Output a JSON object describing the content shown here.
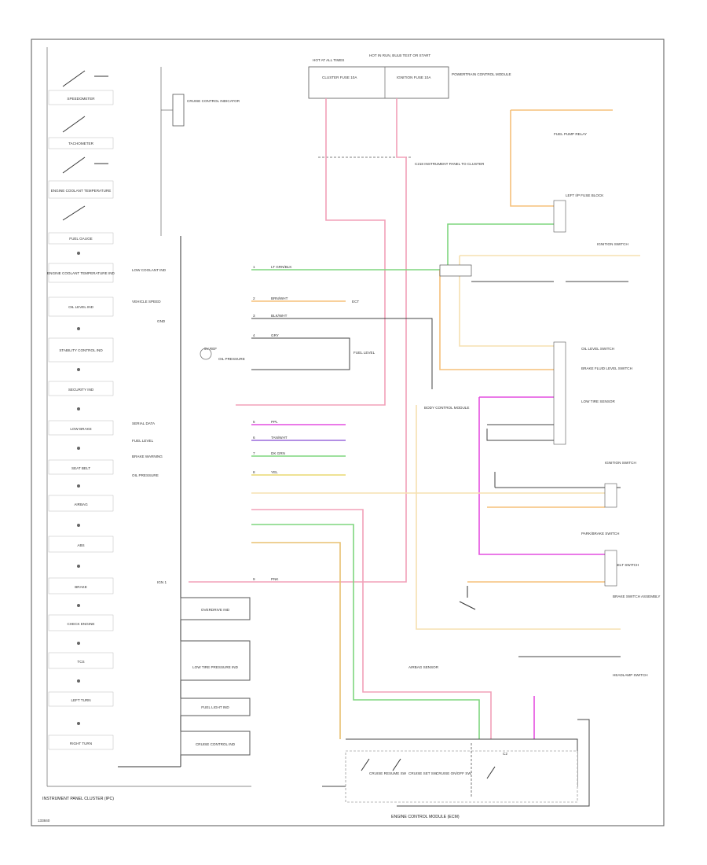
{
  "cluster_title": "INSTRUMENT PANEL CLUSTER (IPC)",
  "footer_code": "133840",
  "cluster_items": [
    "SPEEDOMETER",
    "TACHOMETER",
    "ENGINE COOLANT TEMPERATURE",
    "FUEL GAUGE",
    "ENGINE COOLANT TEMPERATURE IND",
    "OIL LEVEL IND",
    "STABILITY CONTROL IND",
    "SECURITY IND",
    "LOW BRAKE",
    "SEAT BELT",
    "AIRBAG",
    "ABS",
    "BRAKE",
    "CHECK ENGINE",
    "TCS",
    "LEFT TURN",
    "RIGHT TURN"
  ],
  "gauge_label": "CRUISE CONTROL INDICATOR",
  "right_lower_items": [
    "OVERDRIVE IND",
    "LOW TIRE PRESSURE IND",
    "FUEL LIGHT IND",
    "CRUISE CONTROL IND"
  ],
  "top_boxes": {
    "left_label": "HOT AT ALL TIMES",
    "fuse_a": "CLUSTER FUSE 10A",
    "right_label": "HOT IN RUN, BULB TEST OR START",
    "fuse_b": "IGNITION FUSE 10A",
    "relay_label": "POWERTRAIN CONTROL MODULE"
  },
  "splice_label": "C218 INSTRUMENT PANEL TO CLUSTER",
  "bcm_label": "BODY CONTROL MODULE",
  "gauges": [
    "OIL PRESSURE",
    "ECT",
    "FUEL LEVEL"
  ],
  "pin_rows": [
    {
      "pin": "1",
      "color": "LT GRN/BLK",
      "circuit": "LOW COOLANT IND"
    },
    {
      "pin": "2",
      "color": "BRN/WHT",
      "circuit": "VEHICLE SPEED"
    },
    {
      "pin": "3",
      "color": "BLK/WHT",
      "circuit": "GND"
    },
    {
      "pin": "4",
      "color": "GRY",
      "circuit": "5V REF"
    },
    {
      "pin": "5",
      "color": "PPL",
      "circuit": "SERIAL DATA"
    },
    {
      "pin": "6",
      "color": "TAN/WHT",
      "circuit": "FUEL LEVEL"
    },
    {
      "pin": "7",
      "color": "DK GRN",
      "circuit": "BRAKE WARNING"
    },
    {
      "pin": "8",
      "color": "YEL",
      "circuit": "OIL PRESSURE"
    },
    {
      "pin": "9",
      "color": "PNK",
      "circuit": "IGN 1"
    }
  ],
  "right_components": [
    "FUEL PUMP RELAY",
    "LEFT I/P FUSE BLOCK",
    "IGNITION SWITCH",
    "OIL LEVEL SWITCH",
    "BRAKE FLUID LEVEL SWITCH",
    "LOW TIRE SENSOR",
    "IGNITION SWITCH",
    "PARK/BRAKE SWITCH",
    "SEAT BELT SWITCH",
    "BRAKE SWITCH ASSEMBLY",
    "HEADLAMP SWITCH",
    "AIRBAG SENSOR"
  ],
  "bottom_label": "ENGINE CONTROL MODULE (ECM)",
  "bottom_pin_label": "C2",
  "bottom_components": [
    "CRUISE RESUME SW",
    "CRUISE SET SW",
    "CRUISE ON/OFF SW"
  ],
  "colors": {
    "pink": "#f2a0b8",
    "green": "#7fd67f",
    "orange": "#f5c07a",
    "magenta": "#e44fe0",
    "purple": "#9a6adb",
    "blue": "#6a8adb",
    "yellow": "#e8d870",
    "gray": "#bbbbbb"
  }
}
